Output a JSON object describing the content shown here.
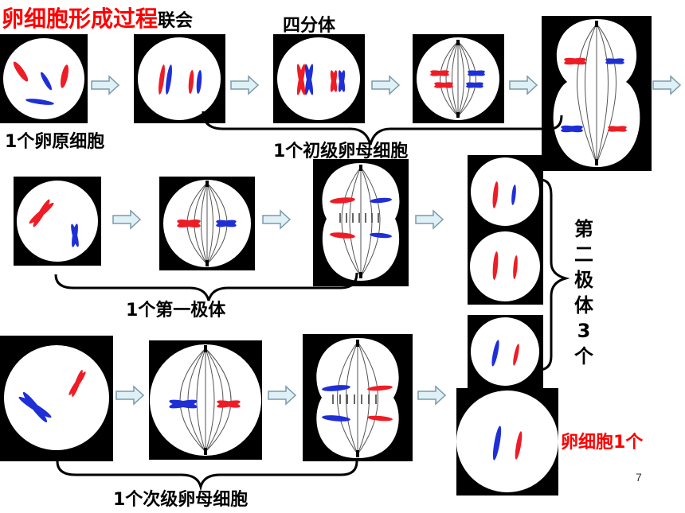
{
  "title": {
    "main": "卵细胞形成过程",
    "sub": "联会"
  },
  "labels": {
    "tetrad": "四分体",
    "oogonium": "1个卵原细胞",
    "primary_oocyte": "1个初级卵母细胞",
    "first_polar_body": "1个第一极体",
    "secondary_oocyte": "1个次级卵母细胞",
    "egg_cell": "卵细胞1个",
    "page_number": "7"
  },
  "second_polar_body": [
    "第",
    "二",
    "极",
    "体",
    "3",
    "个"
  ],
  "colors": {
    "red_chromosome": "#ee1c25",
    "blue_chromosome": "#1f2fd6",
    "frame": "#000000",
    "arrow_fill": "#dff0f7",
    "arrow_stroke": "#7a9aa8",
    "title_red": "#ff0000"
  }
}
